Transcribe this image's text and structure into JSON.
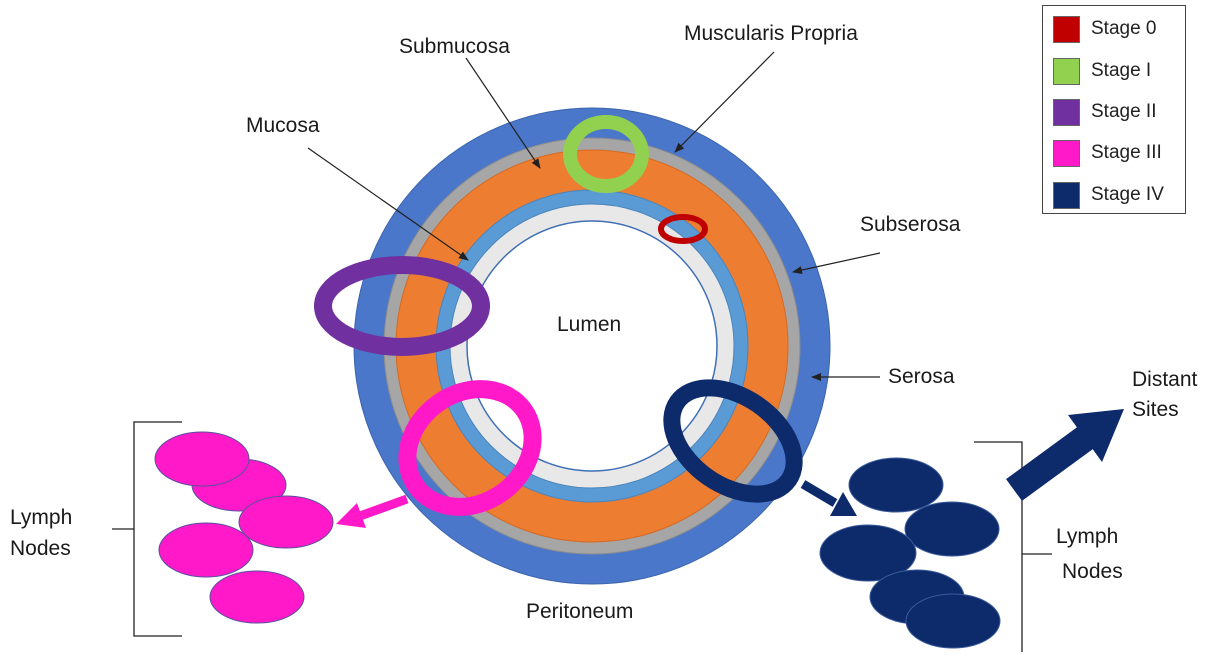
{
  "labels": {
    "submucosa": "Submucosa",
    "muscularis_propria": "Muscularis Propria",
    "mucosa": "Mucosa",
    "subserosa": "Subserosa",
    "serosa": "Serosa",
    "lumen": "Lumen",
    "peritoneum": "Peritoneum",
    "distant_sites_line1": "Distant",
    "distant_sites_line2": "Sites",
    "lymph_left_line1": "Lymph",
    "lymph_left_line2": "Nodes",
    "lymph_right_line1": "Lymph",
    "lymph_right_line2": "Nodes"
  },
  "legend": [
    {
      "label": "Stage 0",
      "color": "#c00000"
    },
    {
      "label": "Stage I",
      "color": "#92d050"
    },
    {
      "label": "Stage II",
      "color": "#7030a0"
    },
    {
      "label": "Stage III",
      "color": "#ff19c8"
    },
    {
      "label": "Stage IV",
      "color": "#0d2a6b"
    }
  ],
  "layer_colors": {
    "serosa": "#4a77c9",
    "subserosa": "#a6a6a6",
    "muscularis": "#ed7d31",
    "submucosa": "#5b9bd5",
    "mucosa": "#e8e8e8",
    "lumen": "#ffffff"
  }
}
